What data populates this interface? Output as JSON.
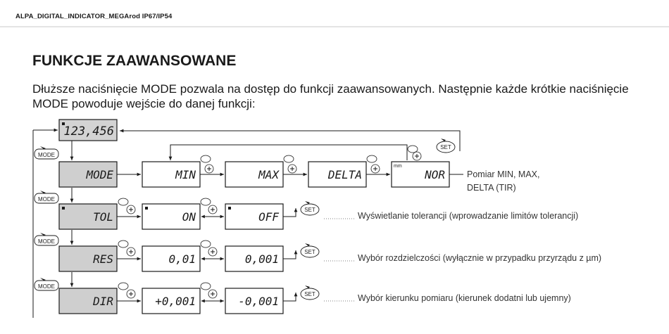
{
  "header": {
    "doc_title": "ALPA_DIGITAL_INDICATOR_MEGArod IP67/IP54"
  },
  "section": {
    "title": "FUNKCJE ZAAWANSOWANE",
    "intro": "Dłuższe naciśnięcie MODE pozwala na dostęp do funkcji zaawansowanych. Następnie każde krótkie naciśnięcie MODE powoduje wejście do danej funkcji:"
  },
  "buttons": {
    "mode": "MODE",
    "set": "SET"
  },
  "diagram": {
    "main_display": "123,456",
    "mm_unit": "mm",
    "rows": [
      {
        "function": "MODE",
        "options": [
          "MIN",
          "MAX",
          "DELTA",
          "NOR"
        ],
        "description_lines": [
          "Pomiar MIN, MAX,",
          "DELTA (TIR)"
        ]
      },
      {
        "function": "TOL",
        "options": [
          "ON",
          "OFF"
        ],
        "description": "Wyświetlanie tolerancji (wprowadzanie limitów tolerancji)"
      },
      {
        "function": "RES",
        "options": [
          "0,01",
          "0,001"
        ],
        "description": "Wybór rozdzielczości (wyłącznie w przypadku przyrządu z µm)"
      },
      {
        "function": "DIR",
        "options": [
          "+0,001",
          "-0,001"
        ],
        "description": "Wybór kierunku pomiaru (kierunek dodatni lub ujemny)"
      }
    ]
  },
  "colors": {
    "function_fill": "#cfcfcf",
    "display_fill": "#ffffff",
    "stroke": "#1a1a1a"
  }
}
